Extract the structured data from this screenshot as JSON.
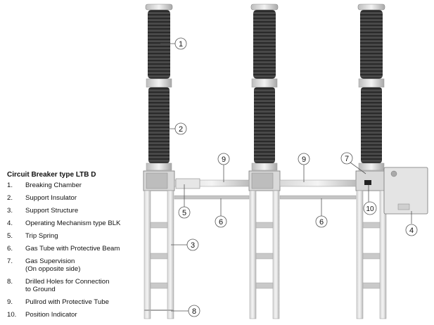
{
  "legend": {
    "title": "Circuit Breaker type LTB D",
    "items": [
      {
        "num": "1.",
        "text": "Breaking Chamber"
      },
      {
        "num": "2.",
        "text": "Support Insulator"
      },
      {
        "num": "3.",
        "text": "Support Structure"
      },
      {
        "num": "4.",
        "text": "Operating Mechanism type BLK"
      },
      {
        "num": "5.",
        "text": "Trip Spring"
      },
      {
        "num": "6.",
        "text": "Gas Tube with Protective Beam"
      },
      {
        "num": "7.",
        "text": "Gas Supervision\n(On opposite side)"
      },
      {
        "num": "8.",
        "text": "Drilled Holes for Connection\nto Ground"
      },
      {
        "num": "9.",
        "text": "Pullrod with Protective Tube"
      },
      {
        "num": "10.",
        "text": "Position Indicator"
      }
    ]
  },
  "callouts": [
    "1",
    "2",
    "3",
    "4",
    "5",
    "6",
    "6",
    "7",
    "8",
    "9",
    "9",
    "10"
  ],
  "colors": {
    "insulator": "#3c3c3c",
    "metal": "#cfcfcf",
    "line": "#555555"
  }
}
